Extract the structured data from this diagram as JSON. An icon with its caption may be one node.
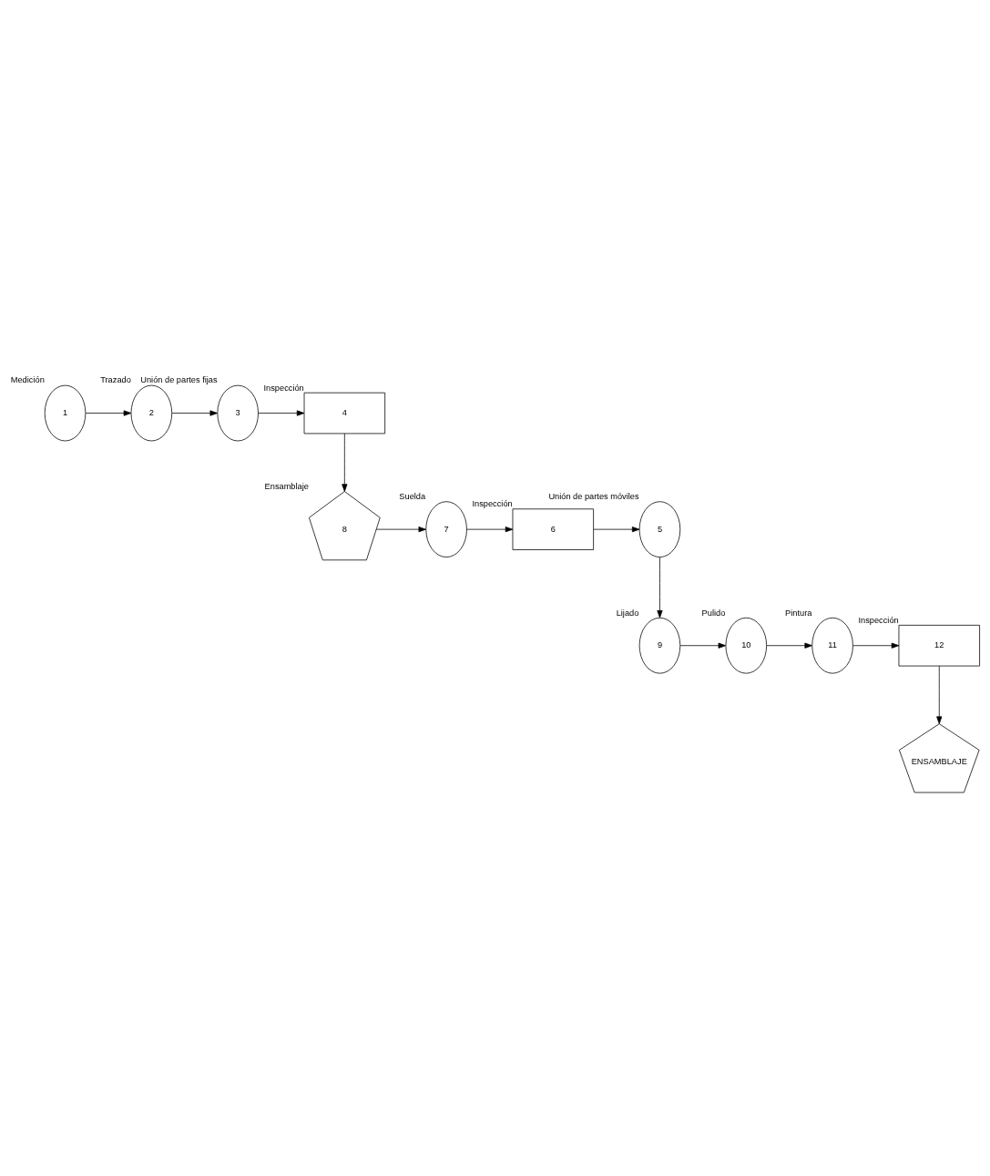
{
  "diagram": {
    "nodes": [
      {
        "text": [
          "1"
        ],
        "beside": [
          "Medición"
        ]
      },
      {
        "text": [
          "2"
        ],
        "beside": [
          "Trazado"
        ]
      },
      {
        "text": [
          "3"
        ],
        "beside": [
          "Unión de partes fijas"
        ]
      },
      {
        "text": [
          "4"
        ],
        "beside": [
          "Inspección"
        ]
      },
      {
        "text": [
          "5"
        ],
        "beside": [
          "Unión de partes móviles"
        ]
      },
      {
        "text": [
          "6"
        ],
        "beside": [
          "Inspección"
        ]
      },
      {
        "text": [
          "7"
        ],
        "beside": [
          "Suelda"
        ]
      },
      {
        "text": [
          "8"
        ],
        "beside": [
          "Ensamblaje"
        ]
      },
      {
        "text": [
          "9"
        ],
        "beside": [
          "Lijado"
        ]
      },
      {
        "text": [
          "10"
        ],
        "beside": [
          "Pulido"
        ]
      },
      {
        "text": [
          "11"
        ],
        "beside": [
          "Pintura"
        ]
      },
      {
        "text": [
          "12"
        ],
        "beside": [
          "Inspección"
        ]
      },
      {
        "text": [
          "ENSAMBLAJE"
        ]
      }
    ],
    "edges": [
      {
        "from": 0,
        "to": 1,
        "arrow": "to"
      },
      {
        "from": 1,
        "to": 2,
        "arrow": "to"
      },
      {
        "from": 2,
        "to": 3,
        "arrow": "to"
      },
      {
        "from": 3,
        "to": 7,
        "arrow": "to"
      },
      {
        "from": 7,
        "to": 6,
        "arrow": "to"
      },
      {
        "from": 6,
        "to": 5,
        "arrow": "to"
      },
      {
        "from": 5,
        "to": 4,
        "arrow": "to"
      },
      {
        "from": 4,
        "to": 8,
        "arrow": "to"
      },
      {
        "from": 8,
        "to": 9,
        "arrow": "to"
      },
      {
        "from": 9,
        "to": 10,
        "arrow": "to"
      },
      {
        "from": 10,
        "to": 11,
        "arrow": "to"
      },
      {
        "from": 11,
        "to": 12,
        "arrow": "to"
      }
    ]
  }
}
